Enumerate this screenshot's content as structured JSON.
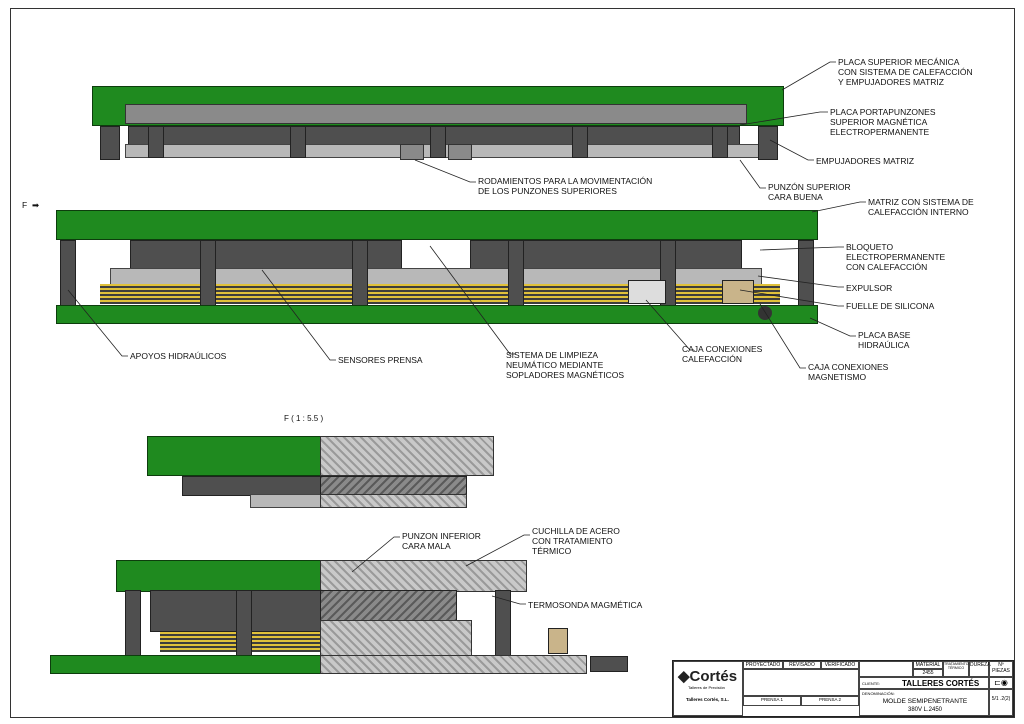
{
  "labels": {
    "placa_superior": "PLACA SUPERIOR MECÁNICA\nCON SISTEMA DE CALEFACCIÓN\nY EMPUJADORES MATRIZ",
    "placa_portapunzones": "PLACA PORTAPUNZONES\nSUPERIOR MAGNÉTICA\nELECTROPERMANENTE",
    "empujadores": "EMPUJADORES MATRIZ",
    "rodamientos": "RODAMIENTOS PARA LA MOVIMENTACIÓN\nDE LOS PUNZONES SUPERIORES",
    "punzon_superior": "PUNZÓN SUPERIOR\nCARA BUENA",
    "matriz": "MATRIZ CON SISTEMA DE\nCALEFACCIÓN INTERNO",
    "bloqueto": "BLOQUETO\nELECTROPERMANENTE\nCON CALEFACCIÓN",
    "expulsor": "EXPULSOR",
    "fuelle": "FUELLE DE SILICONA",
    "placa_base": "PLACA BASE\nHIDRAÚLICA",
    "caja_magnetismo": "CAJA CONEXIONES\nMAGNETISMO",
    "caja_calefaccion": "CAJA CONEXIONES\nCALEFACCIÓN",
    "limpieza": "SISTEMA DE LIMPIEZA\nNEUMÁTICO MEDIANTE\nSOPLADORES MAGNÉTICOS",
    "sensores": "SENSORES PRENSA",
    "apoyos": "APOYOS HIDRAÚLICOS",
    "punzon_inferior": "PUNZON INFERIOR\nCARA MALA",
    "cuchilla": "CUCHILLA DE ACERO\nCON TRATAMIENTO\nTÉRMICO",
    "termosonda": "TERMOSONDA MAGMÉTICA"
  },
  "view_marker": "F",
  "section_title": "F ( 1 : 5.5 )",
  "title_block": {
    "logo": "Cortés",
    "logo_sub": "Talleres de Precisión",
    "company": "Talleres Cortés, S.L.",
    "headers": [
      "PROYECTADO",
      "REVISADO",
      "VERIFICADO"
    ],
    "material_label": "MATERIAL",
    "material_value": "2455",
    "tratamiento_label": "TRATAMIENTO TÉRMICO",
    "dureza_label": "DUREZA",
    "nplano_label": "Nº PIEZAS",
    "prensa1": "PRENSA 1",
    "prensa2": "PRENSA 2",
    "cliente_label": "CLIENTE:",
    "cliente": "TALLERES CORTÉS",
    "denominacion_label": "DENOMINACIÓN:",
    "denominacion": "MOLDE SEMIPENETRANTE",
    "ref": "380V L.2450",
    "escala": "5/1 .2(2)"
  }
}
